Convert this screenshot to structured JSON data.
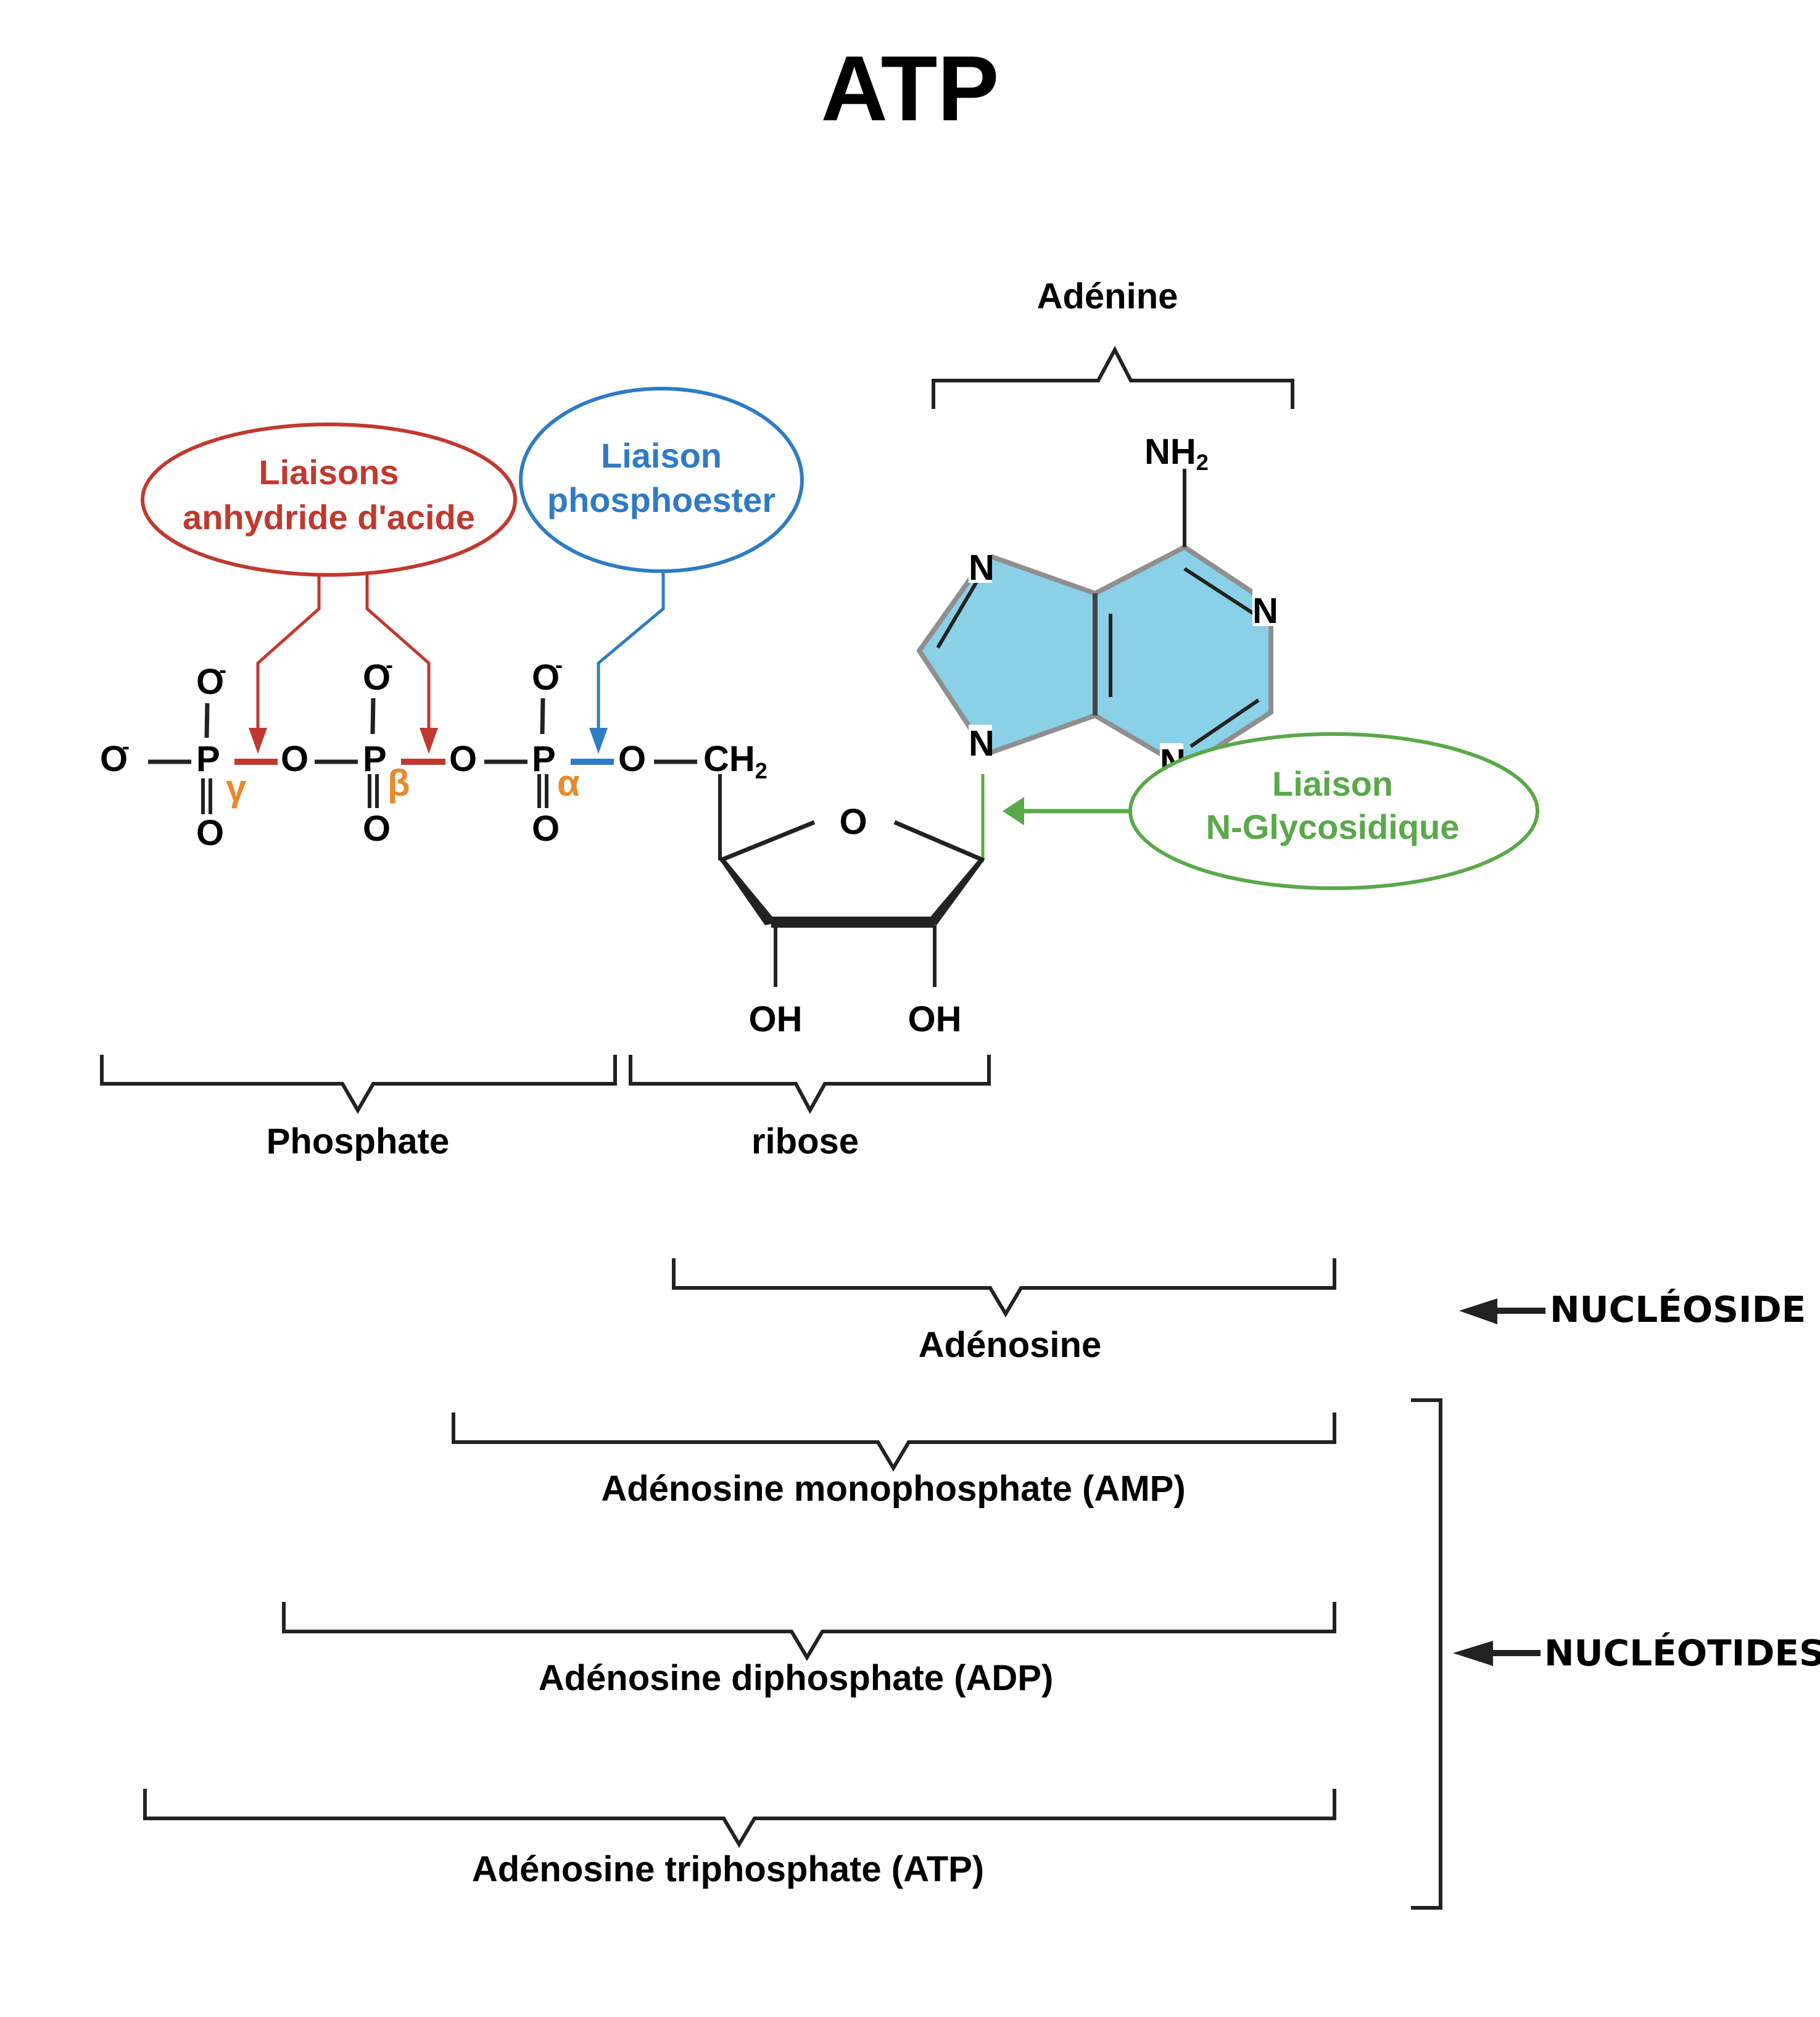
{
  "title": "ATP",
  "molecule": {
    "phosphates": [
      {
        "label": "P",
        "greek": "γ",
        "top": "O",
        "top_charge": "-",
        "bottom": "O"
      },
      {
        "label": "P",
        "greek": "β",
        "top": "O",
        "top_charge": "-",
        "bottom": "O"
      },
      {
        "label": "P",
        "greek": "α",
        "top": "O",
        "top_charge": "-",
        "bottom": "O"
      }
    ],
    "terminal_oxygen": "O",
    "terminal_charge": "-",
    "bridge_oxygens": [
      "O",
      "O",
      "O"
    ],
    "ch2": "CH",
    "ch2_sub": "2",
    "ring_oxygen": "O",
    "hydroxyls": [
      "OH",
      "OH"
    ],
    "adenine_nitrogens": [
      "N",
      "N",
      "N",
      "N"
    ],
    "amine": "NH",
    "amine_sub": "2"
  },
  "bubbles": {
    "anhydride": {
      "line1": "Liaisons",
      "line2": "anhydride d'acide",
      "color": "#c0392f"
    },
    "phosphoester": {
      "line1": "Liaison",
      "line2": "phosphoester",
      "color": "#2f7bc4"
    },
    "glycosidic": {
      "line1": "Liaison",
      "line2": "N-Glycosidique",
      "color": "#5aa84a"
    }
  },
  "colors": {
    "greek": "#e8892a",
    "adenine_fill": "#8ad0e6",
    "adenine_stroke": "#8f8f8f"
  },
  "brackets": {
    "adenine": "Adénine",
    "phosphate": "Phosphate",
    "ribose": "ribose",
    "adenosine": "Adénosine",
    "amp": "Adénosine monophosphate (AMP)",
    "adp": "Adénosine diphosphate (ADP)",
    "atp": "Adénosine triphosphate (ATP)"
  },
  "categories": {
    "nucleoside": "NUCLÉOSIDE",
    "nucleotides": "NUCLÉOTIDES"
  }
}
